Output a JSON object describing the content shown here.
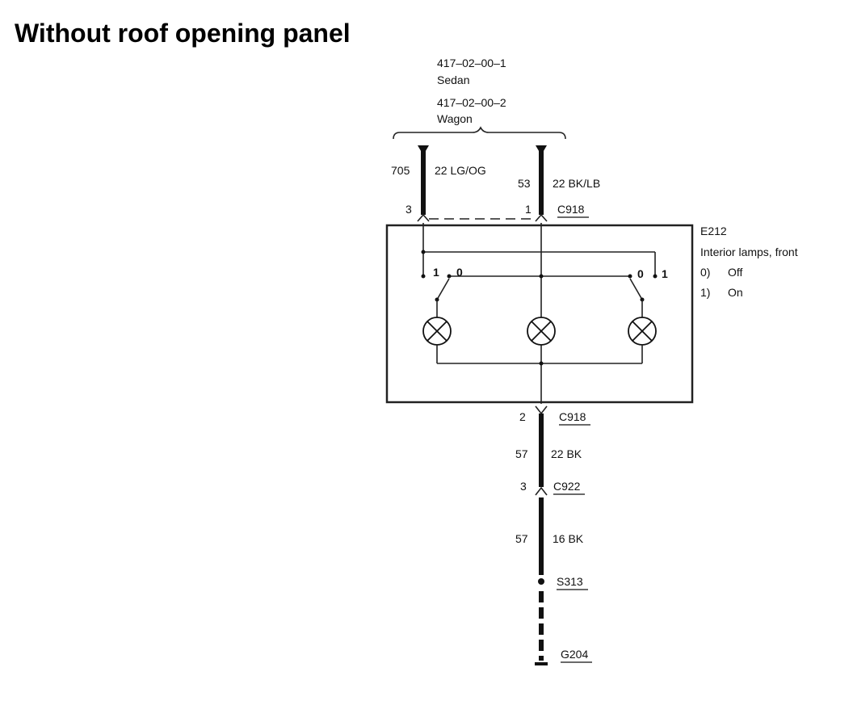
{
  "title": "Without roof opening panel",
  "variants": [
    {
      "code": "417–02–00–1",
      "name": "Sedan"
    },
    {
      "code": "417–02–00–2",
      "name": "Wagon"
    }
  ],
  "wires": {
    "left": {
      "circuit": "705",
      "spec": "22 LG/OG",
      "pin": "3"
    },
    "right": {
      "circuit": "53",
      "spec": "22 BK/LB",
      "pin": "1",
      "connector": "C918"
    },
    "lower1": {
      "pin": "2",
      "connector": "C918",
      "circuit": "57",
      "spec": "22 BK"
    },
    "lower2": {
      "pin": "3",
      "connector": "C922",
      "circuit": "57",
      "spec": "16 BK"
    },
    "splice": "S313",
    "ground": "G204"
  },
  "component": {
    "id": "E212",
    "name": "Interior lamps, front",
    "states": [
      {
        "key": "0)",
        "label": "Off"
      },
      {
        "key": "1)",
        "label": "On"
      }
    ]
  },
  "switch_labels": {
    "left_on": "1",
    "left_off": "0",
    "right_off": "0",
    "right_on": "1"
  }
}
